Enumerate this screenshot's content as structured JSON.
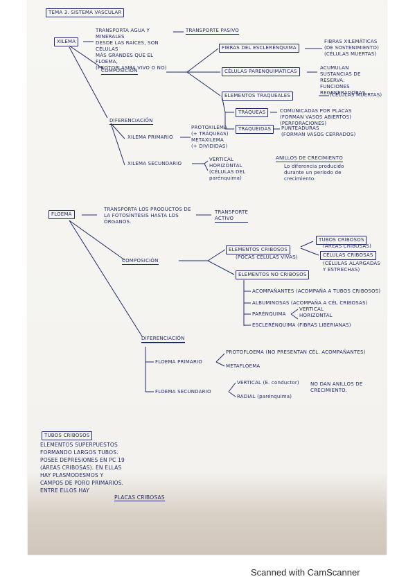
{
  "title": "TEMA 3. SISTEMA VASCULAR",
  "xilema": {
    "label": "XILEMA",
    "desc": "TRANSPORTA AGUA Y MINERALES\nDESDE LAS RAÍCES, SON CÉLULAS\nMÁS GRANDES QUE EL FLOEMA,\n(PROTOPLASMA VIVO O NO)",
    "transport": "TRANSPORTE PASIVO",
    "composicion": "COMPOSICIÓN",
    "c1": "FIBRAS DEL ESCLERÉNQUIMA",
    "c1_note": "FIBRAS XILEMÁTICAS\n(DE SOSTENIMIENTO)\n(CÉLULAS MUERTAS)",
    "c2": "CÉLULAS PARENQUIMÁTICAS",
    "c2_note": "ACUMULAN\nSUSTANCIAS DE\nRESERVA.\nFUNCIONES REGENERADORAS",
    "c3": "ELEMENTOS TRAQUEALES",
    "c3_note": "(CÉLULAS MUERTAS)",
    "t1": "TRÁQUEAS",
    "t1_note": "COMUNICADAS POR PLACAS\n(FORMAN VASOS ABIERTOS)\n(PERFORACIONES)",
    "t2": "TRAQUEIDAS",
    "t2_note": "PUNTEADURAS\n(FORMAN VASOS CERRADOS)",
    "diferenciacion": "DIFERENCIACIÓN",
    "primario": "XILEMA PRIMARIO",
    "primario_list": "PROTOXILEMA\n(+ TRÁQUEAS)\nMETAXILEMA\n(+ DIVIDIDAS)",
    "secundario": "XILEMA SECUNDARIO",
    "sec_list": "VERTICAL\nHORIZONTAL\n(CÉLULAS DEL\nparénquima)",
    "anillos_title": "ANILLOS DE CRECIMIENTO",
    "anillos_text": "Lo diferencia producido\ndurante un período de\ncrecimiento."
  },
  "floema": {
    "label": "FLOEMA",
    "desc": "TRANSPORTA LOS PRODUCTOS DE\nLA FOTOSÍNTESIS HASTA LOS\nÓRGANOS.",
    "transport": "TRANSPORTE\nACTIVO",
    "composicion": "COMPOSICIÓN",
    "cribosos": "TUBOS CRIBOSOS",
    "cribosos_note": "(ÁREAS CRIBOSAS)",
    "celulas_cribosas": "CÉLULAS CRIBOSAS",
    "celulas_note": "(CÉLULAS ALARGADAS\nY ESTRECHAS)",
    "cribosos_label": "ELEMENTOS CRIBOSOS",
    "cribosos_sub": "(POCAS CÉLULAS VIVAS)",
    "no_cribosos": "ELEMENTOS NO CRIBOSOS",
    "list1": "ACOMPAÑANTES (ACOMPAÑA A TUBOS CRIBOSOS)",
    "list2": "ALBUMINOSAS (ACOMPAÑA A CÉL CRIBOSAS)",
    "list3": "PARÉNQUIMA",
    "list3_opts": "VERTICAL\nHORIZONTAL",
    "list4": "ESCLERÉNQUIMA (FIBRAS LIBERIANAS)",
    "diferenciacion": "DIFERENCIACIÓN",
    "primario": "FLOEMA PRIMARIO",
    "proto": "PROTOFLOEMA (NO PRESENTAN CÉL. ACOMPAÑANTES)",
    "meta": "METAFLOEMA",
    "secundario": "FLOEMA SECUNDARIO",
    "vert": "VERTICAL (E. conductor)",
    "radial": "RADIAL (parénquima)",
    "no_anillos": "NO DAN ANILLOS DE\nCRECIMIENTO."
  },
  "note": {
    "head": "TUBOS CRIBOSOS",
    "text": "ELEMENTOS SUPERPUESTOS\nFORMANDO LARGOS TUBOS.\nPOSEE DEPRESIONES EN PC 19\n(ÁREAS CRIBOSAS). EN ELLAS\nHAY PLASMODESMOS Y\nCAMPOS DE PORO PRIMARIOS.\nENTRE ELLOS HAY",
    "last": "PLACAS CRIBOSAS"
  },
  "footer": "Scanned with CamScanner"
}
